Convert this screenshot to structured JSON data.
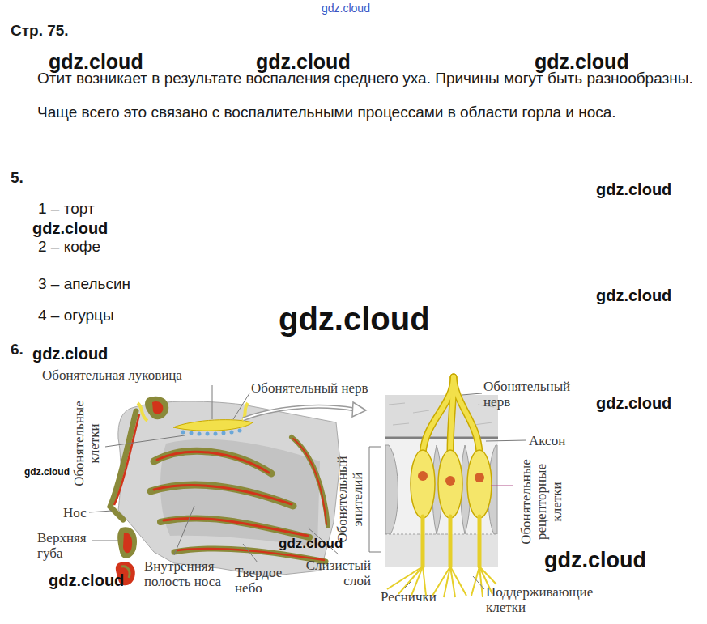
{
  "diagram": {
    "labels": [
      "gdz.cloud",
      "Стр. 75.",
      "gdz.cloud",
      "gdz.cloud",
      "gdz.cloud",
      "Отит возникает в результате воспаления среднего уха. Причины могут быть разнообразны. Чаще всего это связано с воспалительными процессами в области горла и носа.",
      "5.",
      "gdz.cloud",
      "1 – торт",
      "gdz.cloud",
      "2 – кофе",
      "3 – апельсин",
      "gdz.cloud",
      "4 – огурцы",
      "gdz.cloud",
      "6.",
      "gdz.cloud",
      "Обонятельная луковица",
      "Обонятельный нерв",
      "Обонятельные клетки",
      "gdz.cloud",
      "Нос",
      "Верхняя губа",
      "Внутренняя полость носа",
      "Твердое небо",
      "gdz.cloud",
      "Слизистый слой",
      "gdz.cloud",
      "Обонятельный эпителий",
      "Обонятельный нерв",
      "gdz.cloud",
      "Аксон",
      "Обонятельные рецепторные клетки",
      "gdz.cloud",
      "Реснички",
      "Поддерживающие клетки"
    ]
  }
}
